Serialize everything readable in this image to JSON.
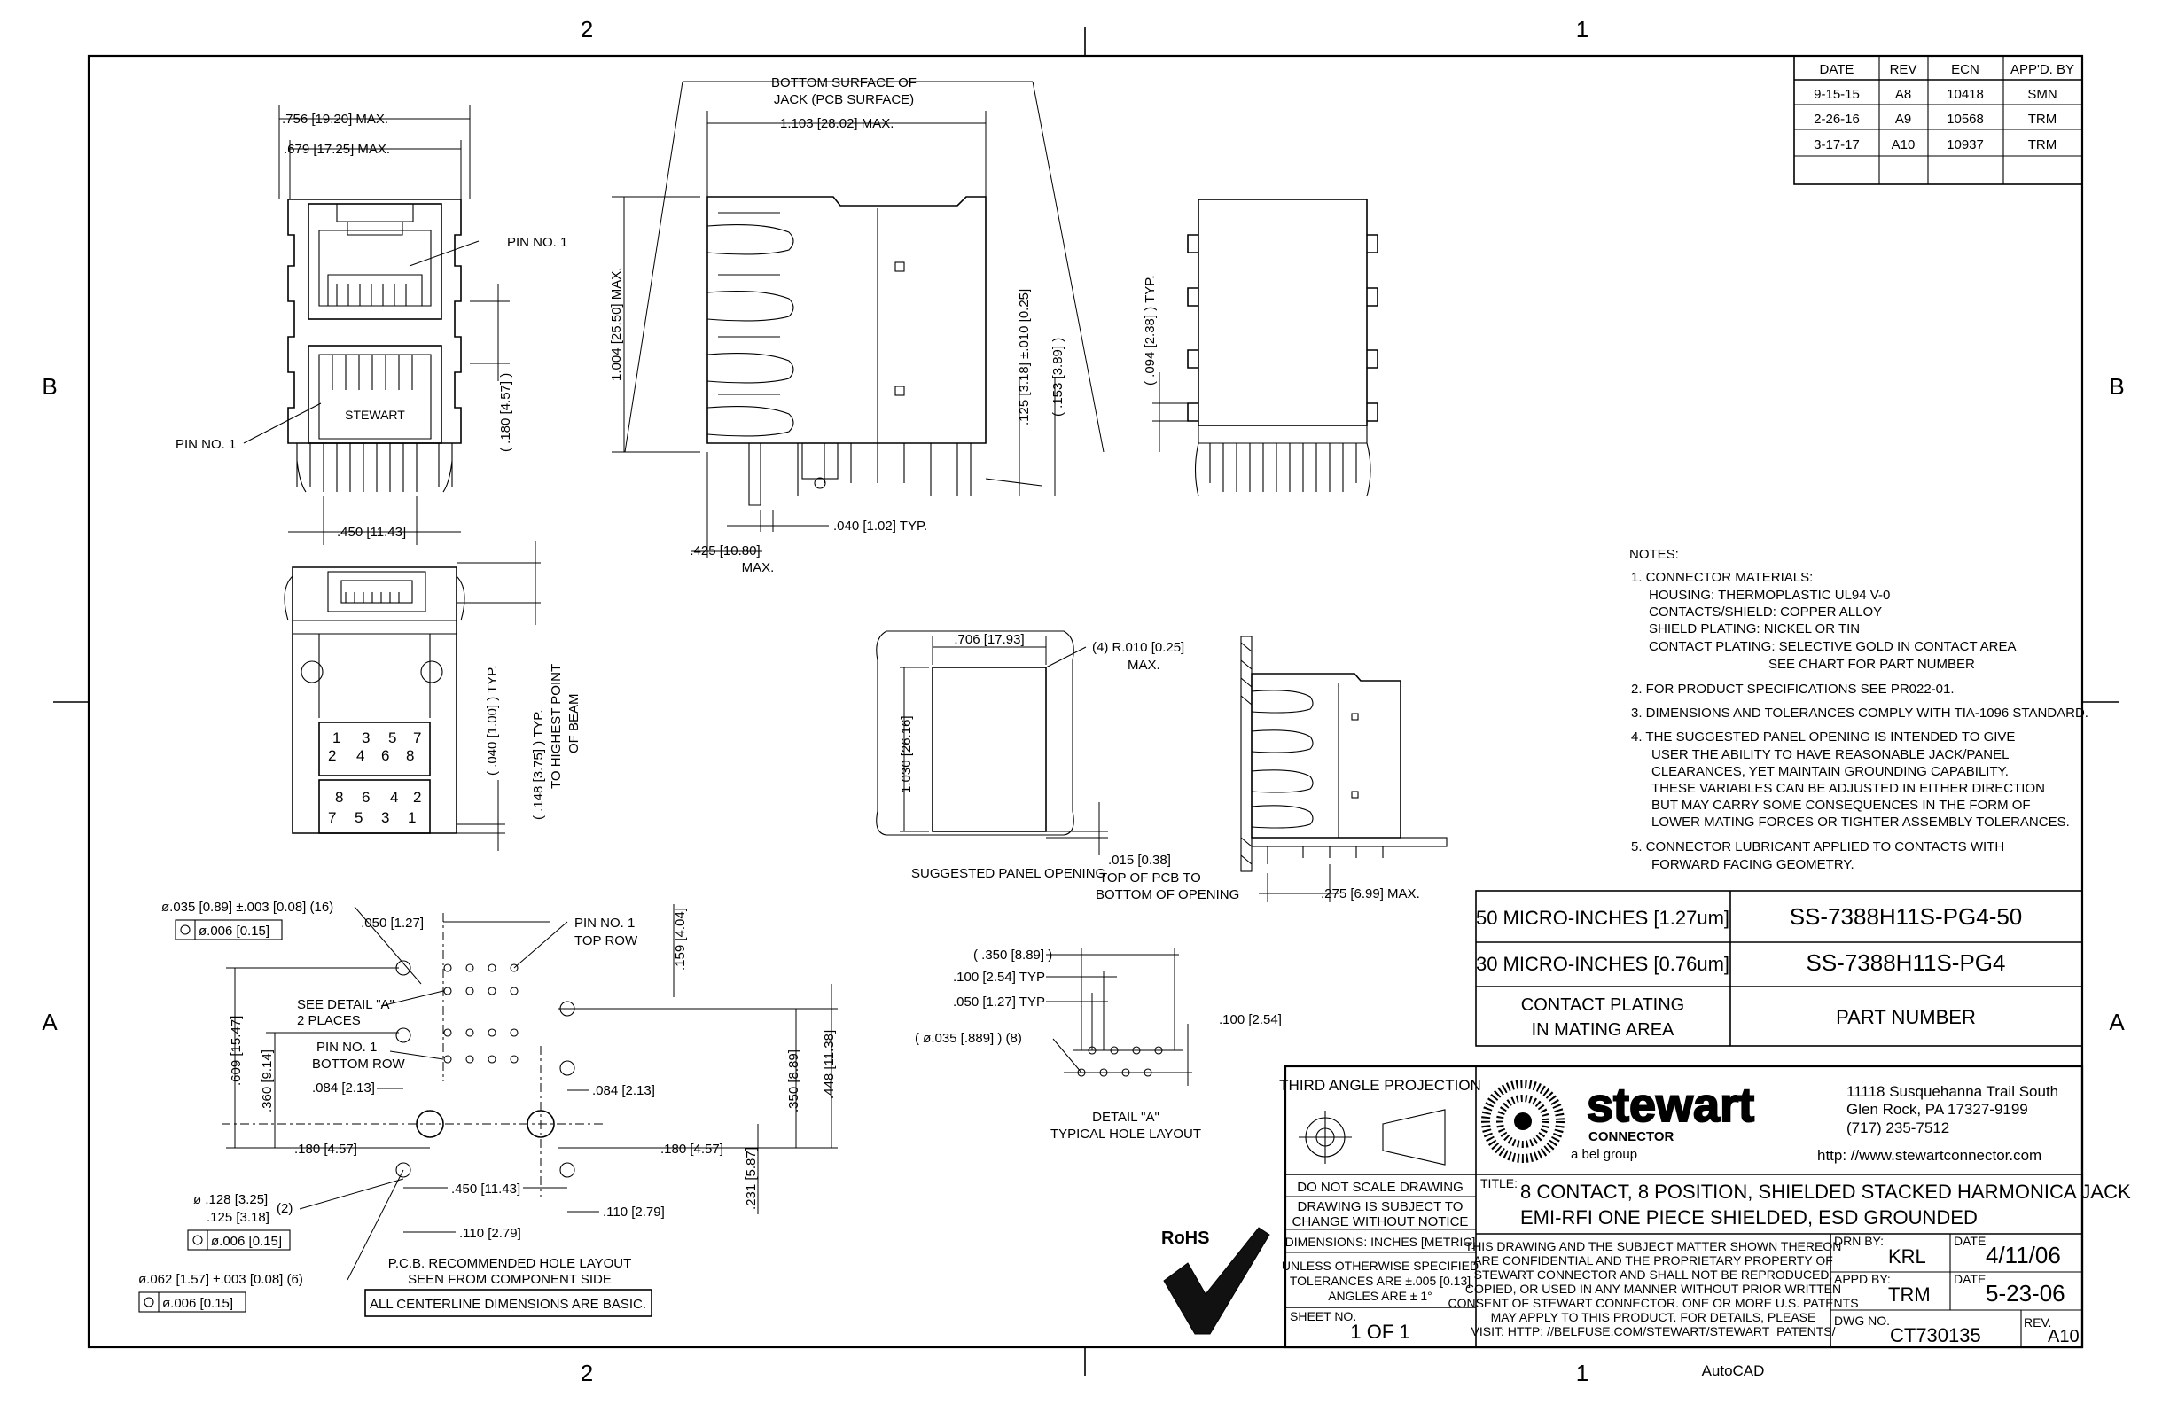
{
  "border": {
    "zones_top": [
      "2",
      "1"
    ],
    "zones_bottom": [
      "2",
      "1"
    ],
    "zones_left": [
      "B",
      "A"
    ],
    "zones_right": [
      "B",
      "A"
    ]
  },
  "revision_table": {
    "headers": [
      "DATE",
      "REV",
      "ECN",
      "APP'D. BY"
    ],
    "rows": [
      [
        "9-15-15",
        "A8",
        "10418",
        "SMN"
      ],
      [
        "2-26-16",
        "A9",
        "10568",
        "TRM"
      ],
      [
        "3-17-17",
        "A10",
        "10937",
        "TRM"
      ]
    ]
  },
  "front_view": {
    "width_max": ".756 [19.20] MAX.",
    "width_inner_max": ".679 [17.25] MAX.",
    "pin1_top": "PIN NO. 1",
    "pin1_bottom": "PIN NO. 1",
    "logo_label": "STEWART",
    "height_dim": "( .180 [4.57] )",
    "pin_span": ".450 [11.43]"
  },
  "side_view": {
    "bottom_surface": [
      "BOTTOM SURFACE OF",
      "JACK (PCB SURFACE)"
    ],
    "length_max": "1.103 [28.02] MAX.",
    "height_max": "1.004 [25.50] MAX.",
    "standoff": ".125 [3.18] ±.010 [0.25]",
    "standoff_ref": "( .153 [3.89] )",
    "pin_width": ".040 [1.02] TYP.",
    "offset_max": [
      ".425 [10.80]",
      "MAX."
    ]
  },
  "rear_view": {
    "tab_dim": "( .094 [2.38] ) TYP."
  },
  "bottom_view": {
    "beam_dim": [
      "( .148 [3.75] ) TYP.",
      "TO HIGHEST POINT",
      "OF BEAM"
    ],
    "edge_dim": "( .040 [1.00] ) TYP.",
    "top_pins": [
      "1",
      "3",
      "5",
      "7",
      "2",
      "4",
      "6",
      "8"
    ],
    "bottom_pins": [
      "8",
      "6",
      "4",
      "2",
      "7",
      "5",
      "3",
      "1"
    ]
  },
  "panel_view": {
    "width": ".706 [17.93]",
    "radius": [
      "(4) R.010 [0.25]",
      "MAX."
    ],
    "height": "1.030 [26.16]",
    "caption": "SUGGESTED PANEL OPENING",
    "pcb_dim": [
      ".015 [0.38]",
      "TOP OF PCB TO",
      "BOTTOM OF OPENING"
    ],
    "side_dim": ".275 [6.99] MAX."
  },
  "notes": {
    "heading": "NOTES:",
    "lines": [
      "1. CONNECTOR MATERIALS:",
      "HOUSING:   THERMOPLASTIC UL94 V-0",
      "CONTACTS/SHIELD:   COPPER ALLOY",
      "SHIELD PLATING:   NICKEL OR TIN",
      "CONTACT PLATING:  SELECTIVE GOLD IN CONTACT AREA",
      "SEE CHART FOR PART NUMBER",
      "2. FOR PRODUCT SPECIFICATIONS SEE PR022-01.",
      "3. DIMENSIONS AND TOLERANCES COMPLY WITH TIA-1096 STANDARD.",
      "4. THE SUGGESTED PANEL OPENING IS INTENDED TO GIVE",
      "USER THE ABILITY TO HAVE REASONABLE JACK/PANEL",
      "CLEARANCES, YET MAINTAIN GROUNDING CAPABILITY.",
      "THESE VARIABLES CAN BE ADJUSTED IN EITHER DIRECTION",
      "BUT MAY CARRY SOME CONSEQUENCES IN THE FORM OF",
      "LOWER MATING FORCES OR TIGHTER ASSEMBLY TOLERANCES.",
      "5. CONNECTOR LUBRICANT APPLIED TO CONTACTS WITH",
      "FORWARD FACING GEOMETRY."
    ]
  },
  "part_table": {
    "rows": [
      [
        "50 MICRO-INCHES [1.27um]",
        "SS-7388H11S-PG4-50"
      ],
      [
        "30 MICRO-INCHES [0.76um]",
        "SS-7388H11S-PG4"
      ]
    ],
    "footer_left": [
      "CONTACT PLATING",
      "IN MATING AREA"
    ],
    "footer_right": "PART NUMBER"
  },
  "pcb_layout": {
    "hole_small": "ø.035 [0.89] ±.003 [0.08] (16)",
    "tol_small": "ø.006 [0.15]",
    "pitch": ".050 [1.27]",
    "pin1_top": [
      "PIN NO. 1",
      "TOP ROW"
    ],
    "row_dim": ".159 [4.04]",
    "detail_ref": [
      "SEE DETAIL \"A\"",
      "2 PLACES"
    ],
    "pin1_bottom": [
      "PIN NO. 1",
      "BOTTOM ROW"
    ],
    "dim_609": ".609 [15.47]",
    "dim_360": ".360 [9.14]",
    "dim_084_left": ".084 [2.13]",
    "dim_084_right": ".084 [2.13]",
    "dim_350": ".350 [8.89]",
    "dim_448": ".448 [11.38]",
    "dim_180_left": ".180 [4.57]",
    "dim_180_right": ".180 [4.57]",
    "dim_231": ".231 [5.87]",
    "hole_mid": [
      "ø .128 [3.25]",
      ".125 [3.18]",
      "(2)"
    ],
    "tol_mid": "ø.006 [0.15]",
    "dim_450": ".450 [11.43]",
    "dim_110_right": ".110 [2.79]",
    "dim_110_bottom": ".110 [2.79]",
    "hole_large": "ø.062 [1.57] ±.003 [0.08] (6)",
    "tol_large": "ø.006 [0.15]",
    "caption": [
      "P.C.B. RECOMMENDED HOLE LAYOUT",
      "SEEN FROM COMPONENT SIDE"
    ],
    "basic_note": "ALL CENTERLINE DIMENSIONS ARE BASIC."
  },
  "detail_a": {
    "d350": "( .350 [8.89] )",
    "d100_typ": ".100 [2.54] TYP",
    "d050_typ": ".050 [1.27] TYP",
    "d035": "( ø.035 [.889] ) (8)",
    "d100": ".100 [2.54]",
    "caption": [
      "DETAIL \"A\"",
      "TYPICAL HOLE LAYOUT"
    ]
  },
  "title_block": {
    "projection": "THIRD ANGLE PROJECTION",
    "logo_text": "stewart",
    "logo_sub": "CONNECTOR",
    "logo_group": "a bel group",
    "address": [
      "11118 Susquehanna Trail South",
      "Glen Rock, PA  17327-9199",
      "(717) 235-7512"
    ],
    "url": "http: //www.stewartconnector.com",
    "no_scale": "DO NOT SCALE DRAWING",
    "subject_change": [
      "DRAWING IS SUBJECT TO",
      "CHANGE WITHOUT NOTICE"
    ],
    "dimensions": "DIMENSIONS: INCHES [METRIC]",
    "tolerances": [
      "UNLESS OTHERWISE SPECIFIED",
      "TOLERANCES ARE ±.005 [0.13]",
      "ANGLES ARE ± 1°"
    ],
    "sheet_label": "SHEET NO.",
    "sheet": "1 OF 1",
    "title_label": "TITLE:",
    "title": [
      "8 CONTACT, 8 POSITION, SHIELDED STACKED HARMONICA JACK",
      "EMI-RFI ONE PIECE SHIELDED, ESD GROUNDED"
    ],
    "confidential": [
      "THIS DRAWING AND THE SUBJECT MATTER SHOWN THEREON",
      "ARE CONFIDENTIAL AND THE PROPRIETARY PROPERTY OF",
      "STEWART CONNECTOR AND SHALL NOT BE REPRODUCED,",
      "COPIED, OR USED IN ANY MANNER WITHOUT PRIOR WRITTEN",
      "CONSENT OF STEWART CONNECTOR. ONE OR MORE U.S. PATENTS",
      "MAY APPLY TO THIS PRODUCT.  FOR DETAILS, PLEASE",
      "VISIT: HTTP: //BELFUSE.COM/STEWART/STEWART_PATENTS/"
    ],
    "drn_label": "DRN BY:",
    "drn": "KRL",
    "date_label": "DATE",
    "drn_date": "4/11/06",
    "appd_label": "APPD BY:",
    "appd": "TRM",
    "appd_date_label": "DATE",
    "appd_date": "5-23-06",
    "dwg_label": "DWG NO.",
    "dwg": "CT730135",
    "rev_label": "REV.",
    "rev": "A10"
  },
  "rohs": "RoHS",
  "autocad": "AutoCAD"
}
